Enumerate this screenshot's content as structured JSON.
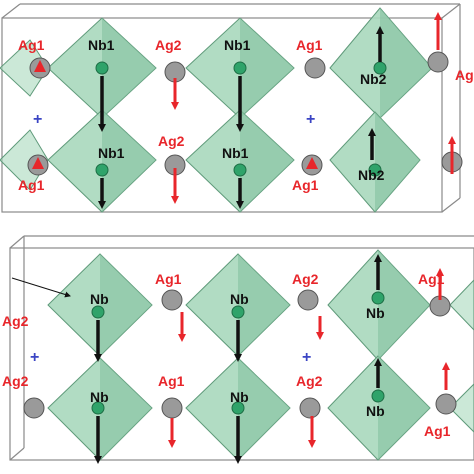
{
  "colors": {
    "octahedron_fill": "#a8d8bc",
    "octahedron_edge": "#5f9a7a",
    "nb_atom": "#2fa36a",
    "ag_atom": "#9a9a9a",
    "red_label": "#e8262b",
    "black_label": "#111111",
    "plus_marker": "#3b45c4",
    "cell_outline": "#8a8a8a"
  },
  "top_panel": {
    "ag_labels": [
      {
        "text": "Ag1"
      },
      {
        "text": "Ag2"
      },
      {
        "text": "Ag1"
      },
      {
        "text": "Ag"
      },
      {
        "text": "Ag2"
      },
      {
        "text": "Ag1"
      },
      {
        "text": "Ag1"
      }
    ],
    "nb_labels": [
      {
        "text": "Nb1"
      },
      {
        "text": "Nb1"
      },
      {
        "text": "Nb2"
      },
      {
        "text": "Nb1"
      },
      {
        "text": "Nb1"
      },
      {
        "text": "Nb2"
      }
    ],
    "markers": [
      "+",
      "+"
    ]
  },
  "bottom_panel": {
    "ag_labels": [
      {
        "text": "Ag1"
      },
      {
        "text": "Ag2"
      },
      {
        "text": "Ag1"
      },
      {
        "text": "Ag2"
      },
      {
        "text": "Ag2"
      },
      {
        "text": "Ag1"
      },
      {
        "text": "Ag2"
      },
      {
        "text": "Ag1"
      }
    ],
    "nb_labels": [
      {
        "text": "Nb"
      },
      {
        "text": "Nb"
      },
      {
        "text": "Nb"
      },
      {
        "text": "Nb"
      },
      {
        "text": "Nb"
      },
      {
        "text": "Nb"
      }
    ],
    "markers": [
      "+",
      "+"
    ]
  }
}
